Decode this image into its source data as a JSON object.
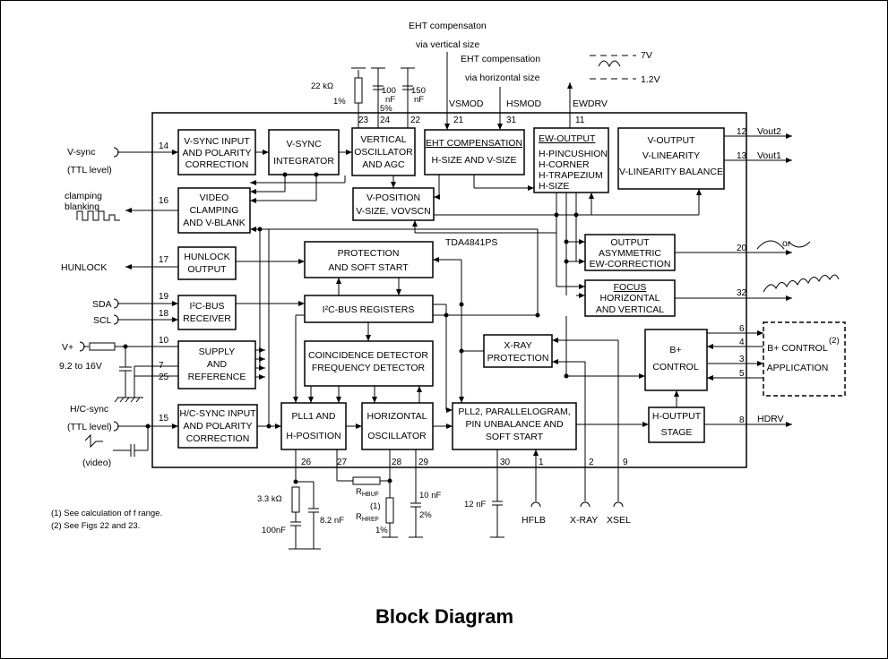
{
  "blocks": {
    "vsync_input": [
      "V-SYNC INPUT",
      "AND POLARITY",
      "CORRECTION"
    ],
    "vsync_integrator": [
      "V-SYNC",
      "INTEGRATOR"
    ],
    "vertical_osc": [
      "VERTICAL",
      "OSCILLATOR",
      "AND AGC"
    ],
    "eht_comp": [
      "EHT COMPENSATION",
      "H-SIZE AND V-SIZE"
    ],
    "ew_output": [
      "EW-OUTPUT",
      "H-PINCUSHION",
      "H-CORNER",
      "H-TRAPEZIUM",
      "H-SIZE"
    ],
    "v_output": [
      "V-OUTPUT",
      "V-LINEARITY",
      "V-LINEARITY BALANCE"
    ],
    "video_clamping": [
      "VIDEO",
      "CLAMPING",
      "AND V-BLANK"
    ],
    "v_position": [
      "V-POSITION",
      "V-SIZE, VOVSCN"
    ],
    "output_asym": [
      "OUTPUT",
      "ASYMMETRIC",
      "EW-CORRECTION"
    ],
    "hunlock_output": [
      "HUNLOCK",
      "OUTPUT"
    ],
    "protection": [
      "PROTECTION",
      "AND SOFT START"
    ],
    "focus": [
      "FOCUS",
      "HORIZONTAL",
      "AND VERTICAL"
    ],
    "i2c_receiver": [
      "I²C-BUS",
      "RECEIVER"
    ],
    "i2c_registers": [
      "I²C-BUS REGISTERS"
    ],
    "supply": [
      "SUPPLY",
      "AND",
      "REFERENCE"
    ],
    "coincidence": [
      "COINCIDENCE DETECTOR",
      "FREQUENCY DETECTOR"
    ],
    "xray": [
      "X-RAY",
      "PROTECTION"
    ],
    "bplus_control": [
      "B+",
      "CONTROL"
    ],
    "bplus_app": [
      "B+ CONTROL",
      "APPLICATION"
    ],
    "hc_sync": [
      "H/C-SYNC INPUT",
      "AND POLARITY",
      "CORRECTION"
    ],
    "pll1": [
      "PLL1 AND",
      "H-POSITION"
    ],
    "horizontal_osc": [
      "HORIZONTAL",
      "OSCILLATOR"
    ],
    "pll2": [
      "PLL2, PARALLELOGRAM,",
      "PIN UNBALANCE AND",
      "SOFT START"
    ],
    "h_output": [
      "H-OUTPUT",
      "STAGE"
    ]
  },
  "chip_name": "TDA4841PS",
  "pins": [
    "14",
    "16",
    "17",
    "19",
    "18",
    "10",
    "7",
    "25",
    "15",
    "23",
    "24",
    "22",
    "21",
    "31",
    "11",
    "12",
    "13",
    "20",
    "32",
    "6",
    "4",
    "3",
    "5",
    "8",
    "26",
    "27",
    "28",
    "29",
    "30",
    "1",
    "2",
    "9"
  ],
  "signals": {
    "vsync": "V-sync",
    "ttl1": "(TTL level)",
    "clamping": "clamping",
    "blanking": "blanking",
    "hunlock": "HUNLOCK",
    "sda": "SDA",
    "scl": "SCL",
    "vplus": "V+",
    "vrange": "9.2 to 16V",
    "hcsync": "H/C-sync",
    "ttl2": "(TTL level)",
    "video": "(video)",
    "vsmod": "VSMOD",
    "hsmod": "HSMOD",
    "ewdrv": "EWDRV",
    "eht_v1": "EHT compensaton",
    "eht_v2": "via vertical size",
    "eht_h1": "EHT compensation",
    "eht_h2": "via horizontal size",
    "v7": "7V",
    "v12": "1.2V",
    "vout2": "Vout2",
    "vout1": "Vout1",
    "or": "or",
    "hdrv": "HDRV",
    "hflb": "HFLB",
    "xray": "X-RAY",
    "xsel": "XSEL",
    "note2_mark": "(2)"
  },
  "components": {
    "r22k": "22 kΩ",
    "r1pct": "1%",
    "c100": "100",
    "nF1": "nF",
    "pct5": "5%",
    "c150": "150",
    "nF2": "nF",
    "r33k": "3.3 kΩ",
    "c100nF": "100nF",
    "c82": "8.2 nF",
    "rhbuf": "R",
    "rhbuf_sub": "HBUF",
    "rhref": "R",
    "rhref_sub": "HREF",
    "rhref_note": "(1)",
    "r1pct2": "1%",
    "c10": "10 nF",
    "pct2": "2%",
    "c12": "12 nF"
  },
  "notes": {
    "n1": "(1) See calculation of f  range.",
    "n2": "(2) See Figs 22 and 23."
  },
  "title": "Block Diagram"
}
